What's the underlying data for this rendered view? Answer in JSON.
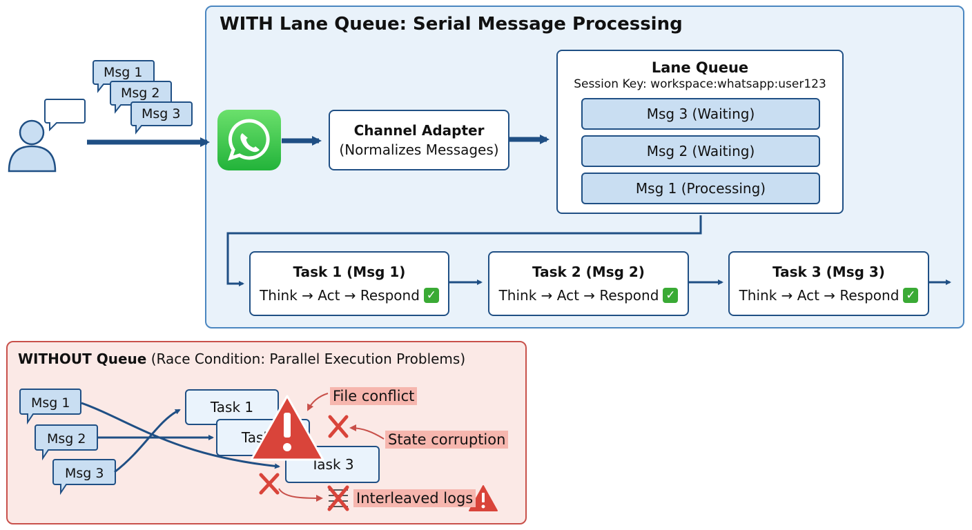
{
  "with_queue": {
    "title": "WITH Lane Queue: Serial Message Processing",
    "incoming_messages": [
      "Msg 1",
      "Msg 2",
      "Msg 3"
    ],
    "adapter": {
      "title": "Channel Adapter",
      "subtitle": "(Normalizes Messages)"
    },
    "lane_queue": {
      "title": "Lane Queue",
      "session_key": "Session Key: workspace:whatsapp:user123",
      "slots": [
        "Msg 3 (Waiting)",
        "Msg 2 (Waiting)",
        "Msg 1 (Processing)"
      ]
    },
    "tasks": [
      {
        "title": "Task 1 (Msg 1)",
        "flow": "Think → Act → Respond"
      },
      {
        "title": "Task 2 (Msg 2)",
        "flow": "Think → Act → Respond"
      },
      {
        "title": "Task 3 (Msg 3)",
        "flow": "Think → Act → Respond"
      }
    ],
    "check_icon": "check-mark-icon"
  },
  "without_queue": {
    "title_bold": "WITHOUT Queue",
    "title_rest": " (Race Condition: Parallel Execution Problems)",
    "messages": [
      "Msg 1",
      "Msg 2",
      "Msg 3"
    ],
    "tasks": [
      "Task 1",
      "Task 2",
      "Task 3"
    ],
    "problems": [
      "File conflict",
      "State corruption",
      "Interleaved logs"
    ]
  },
  "colors": {
    "navy": "#1f4f84",
    "top_panel_bg": "#e9f2fa",
    "bottom_panel_bg": "#fbe9e6",
    "alert_red": "#d9443a",
    "whatsapp_green": "#2bbb3f"
  }
}
